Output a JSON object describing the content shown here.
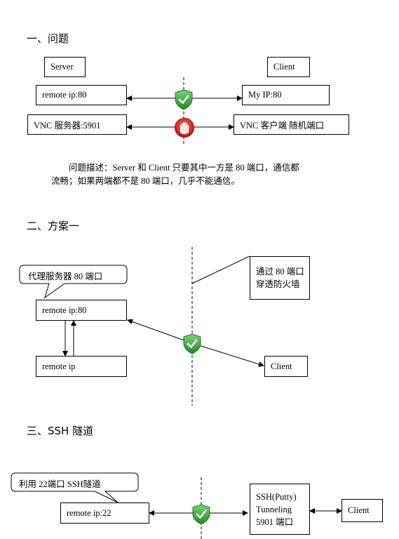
{
  "section1": {
    "heading": "一、问题",
    "server_label": "Server",
    "client_label": "Client",
    "remote_ip": "remote ip:80",
    "my_ip": "My IP:80",
    "vnc_server": "VNC 服务器:5901",
    "vnc_client": "VNC 客户端 随机端口",
    "desc_line1": "问题描述：Server 和 Client 只要其中一方是 80 端口，通信都",
    "desc_line2": "流畅；如果两端都不是 80 端口，几乎不能通信。"
  },
  "section2": {
    "heading": "二、方案一",
    "callout": "代理服务器 80 端口",
    "note_line1": "通过 80 端口",
    "note_line2": "穿透防火墙",
    "remote_ip80": "remote ip:80",
    "remote_ip": "remote ip",
    "client": "Client"
  },
  "section3": {
    "heading": "三、SSH 隧道",
    "callout": "利用 22端口 SSH隧道",
    "remote_ip22": "remote ip:22",
    "ssh_line1": "SSH(Putty)",
    "ssh_line2": "Tunneling",
    "ssh_line3": "5901 端口",
    "client": "Client"
  },
  "colors": {
    "shield_green": "#3aa83a",
    "stop_red": "#e02020",
    "line": "#000000"
  },
  "icons": [
    "shield-check-icon",
    "stop-hand-icon"
  ]
}
